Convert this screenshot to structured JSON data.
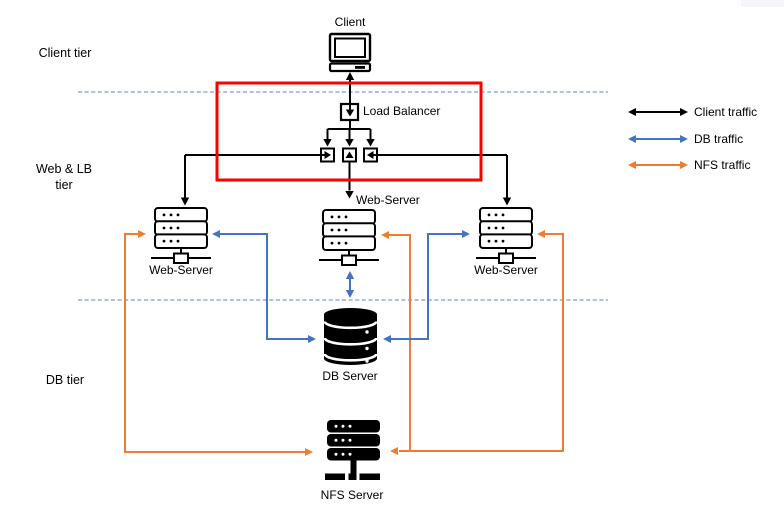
{
  "diagram": {
    "kind": "three-tier web architecture",
    "tiers": {
      "client": "Client tier",
      "web_lb_line1": "Web & LB",
      "web_lb_line2": "tier",
      "db": "DB tier"
    },
    "nodes": {
      "client": "Client",
      "load_balancer": "Load Balancer",
      "web_server_left": "Web-Server",
      "web_server_middle": "Web-Server",
      "web_server_right": "Web-Server",
      "db_server": "DB Server",
      "nfs_server": "NFS Server"
    },
    "legend": {
      "items": [
        {
          "label": "Client traffic",
          "color": "#000000"
        },
        {
          "label": "DB traffic",
          "color": "#4472C4"
        },
        {
          "label": "NFS traffic",
          "color": "#ED7D31"
        }
      ]
    },
    "colors": {
      "client_traffic": "#000000",
      "db_traffic": "#4472C4",
      "nfs_traffic": "#ED7D31",
      "highlight_box": "#FF0000",
      "tier_divider": "#93ABD9"
    }
  }
}
